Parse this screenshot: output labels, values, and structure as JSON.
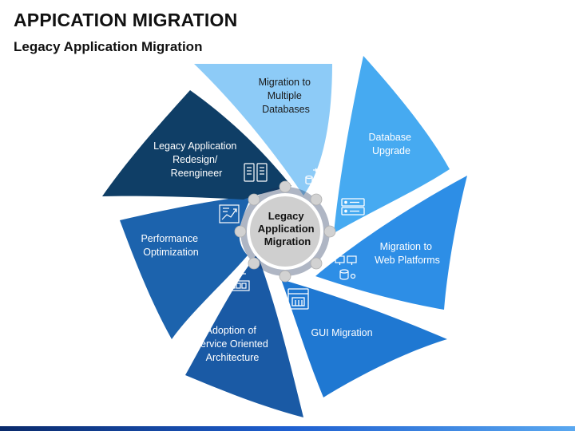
{
  "title": "APPICATION MIGRATION",
  "subtitle": "Legacy Application Migration",
  "center": {
    "line1": "Legacy",
    "line2": "Application",
    "line3": "Migration"
  },
  "segments": [
    {
      "lines": [
        "Migration to",
        "Multiple",
        "Databases"
      ],
      "color": "#8dcbf7",
      "icon": "database-migration-icon"
    },
    {
      "lines": [
        "Database",
        "Upgrade"
      ],
      "color": "#46aaf1",
      "icon": "database-server-icon"
    },
    {
      "lines": [
        "Migration to",
        "Web Platforms"
      ],
      "color": "#2d8ee6",
      "icon": "web-platform-icon"
    },
    {
      "lines": [
        "GUI Migration"
      ],
      "color": "#1f78d2",
      "icon": "gui-window-icon"
    },
    {
      "lines": [
        "Adoption of",
        "Service Oriented",
        "Architecture"
      ],
      "color": "#1a5aa5",
      "icon": "soa-network-icon"
    },
    {
      "lines": [
        "Performance",
        "Optimization"
      ],
      "color": "#1c63ad",
      "icon": "performance-chart-icon"
    },
    {
      "lines": [
        "Legacy Application",
        "Redesign/",
        "Reengineer"
      ],
      "color": "#0f3e66",
      "icon": "redesign-devices-icon"
    }
  ],
  "bottom_bar_colors": [
    "#0a2a6b",
    "#1e5fd0",
    "#5aa8f0"
  ]
}
